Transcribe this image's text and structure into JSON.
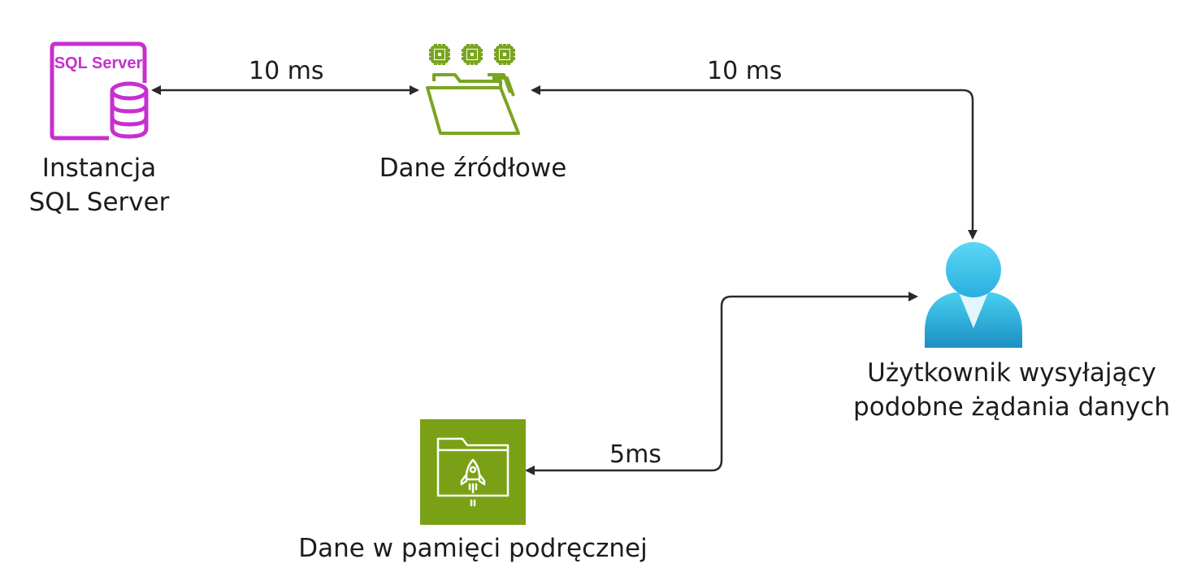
{
  "colors": {
    "line": "#2a2a2a",
    "sql_magenta": "#c72fd0",
    "folder_green": "#7aa521",
    "cache_green": "#7aa116",
    "user_light": "#49d0f0",
    "user_dark": "#1b8fc4"
  },
  "nodes": {
    "sql": {
      "icon_text": "SQL Server",
      "line1": "Instancja",
      "line2": "SQL Server",
      "icon": "sql-server-database-icon"
    },
    "source": {
      "label": "Dane źródłowe",
      "icon": "chip-folder-icon"
    },
    "user": {
      "line1": "Użytkownik wysyłający",
      "line2": "podobne żądania danych",
      "icon": "user-icon"
    },
    "cache": {
      "label": "Dane w pamięci podręcznej",
      "icon": "rocket-folder-icon"
    }
  },
  "edges": {
    "sql_source": "10 ms",
    "source_user": "10 ms",
    "user_cache": "5ms"
  }
}
